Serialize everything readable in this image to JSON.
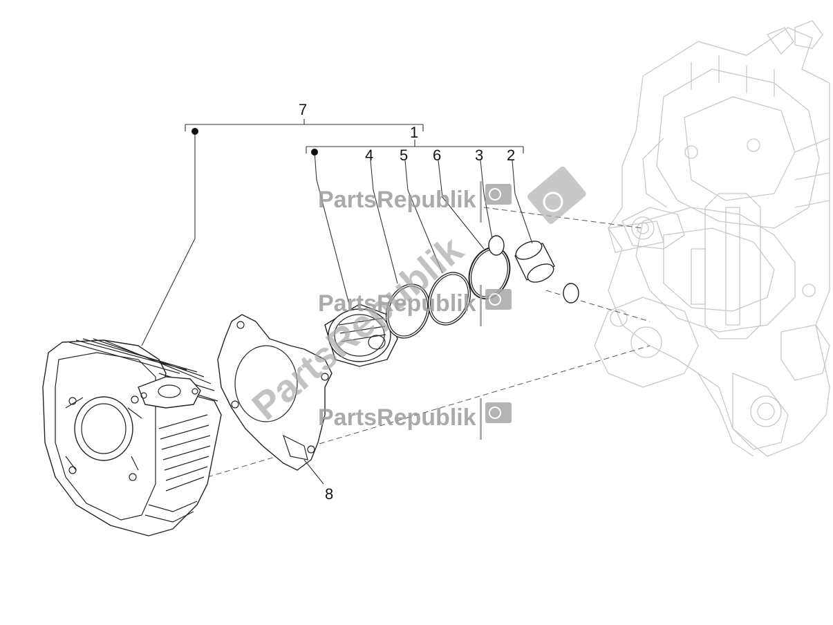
{
  "callouts": {
    "c7": "7",
    "c1": "1",
    "c4": "4",
    "c5": "5",
    "c6": "6",
    "c3": "3",
    "c2": "2",
    "c8": "8"
  },
  "watermark": {
    "text": "PartsRepublik",
    "icon": "gear-flag-icon"
  },
  "colors": {
    "line": "#222222",
    "ghost": "#c8c8c8",
    "watermark": "#9c9c9c"
  }
}
